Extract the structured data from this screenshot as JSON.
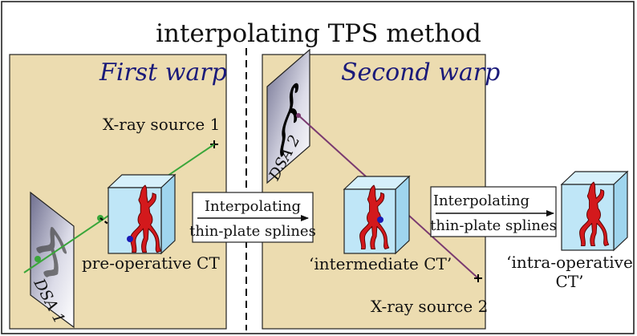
{
  "title": "interpolating TPS method",
  "first_warp": {
    "heading": "First warp",
    "source_label": "X-ray source 1",
    "ct_label": "pre-operative CT",
    "dsa_label": "DSA 1"
  },
  "second_warp": {
    "heading": "Second warp",
    "source_label": "X-ray source 2",
    "ct_label": "‘intermediate CT’",
    "dsa_label": "DSA 2"
  },
  "step1": {
    "line1": "Interpolating",
    "line2": "thin-plate splines"
  },
  "step2": {
    "line1": "Interpolating",
    "line2": "thin-plate splines"
  },
  "final_ct": {
    "line1": "‘intra-operative",
    "line2": "CT’"
  },
  "colors": {
    "panel_fill": "#ecdcb0",
    "cube_fill": "#bfe6f7",
    "vessel": "#d3191c",
    "ray_first": "#3aa63a",
    "ray_second": "#7a3a70",
    "marker": "#1a1ab5",
    "heading_color": "#1a1a7a"
  }
}
